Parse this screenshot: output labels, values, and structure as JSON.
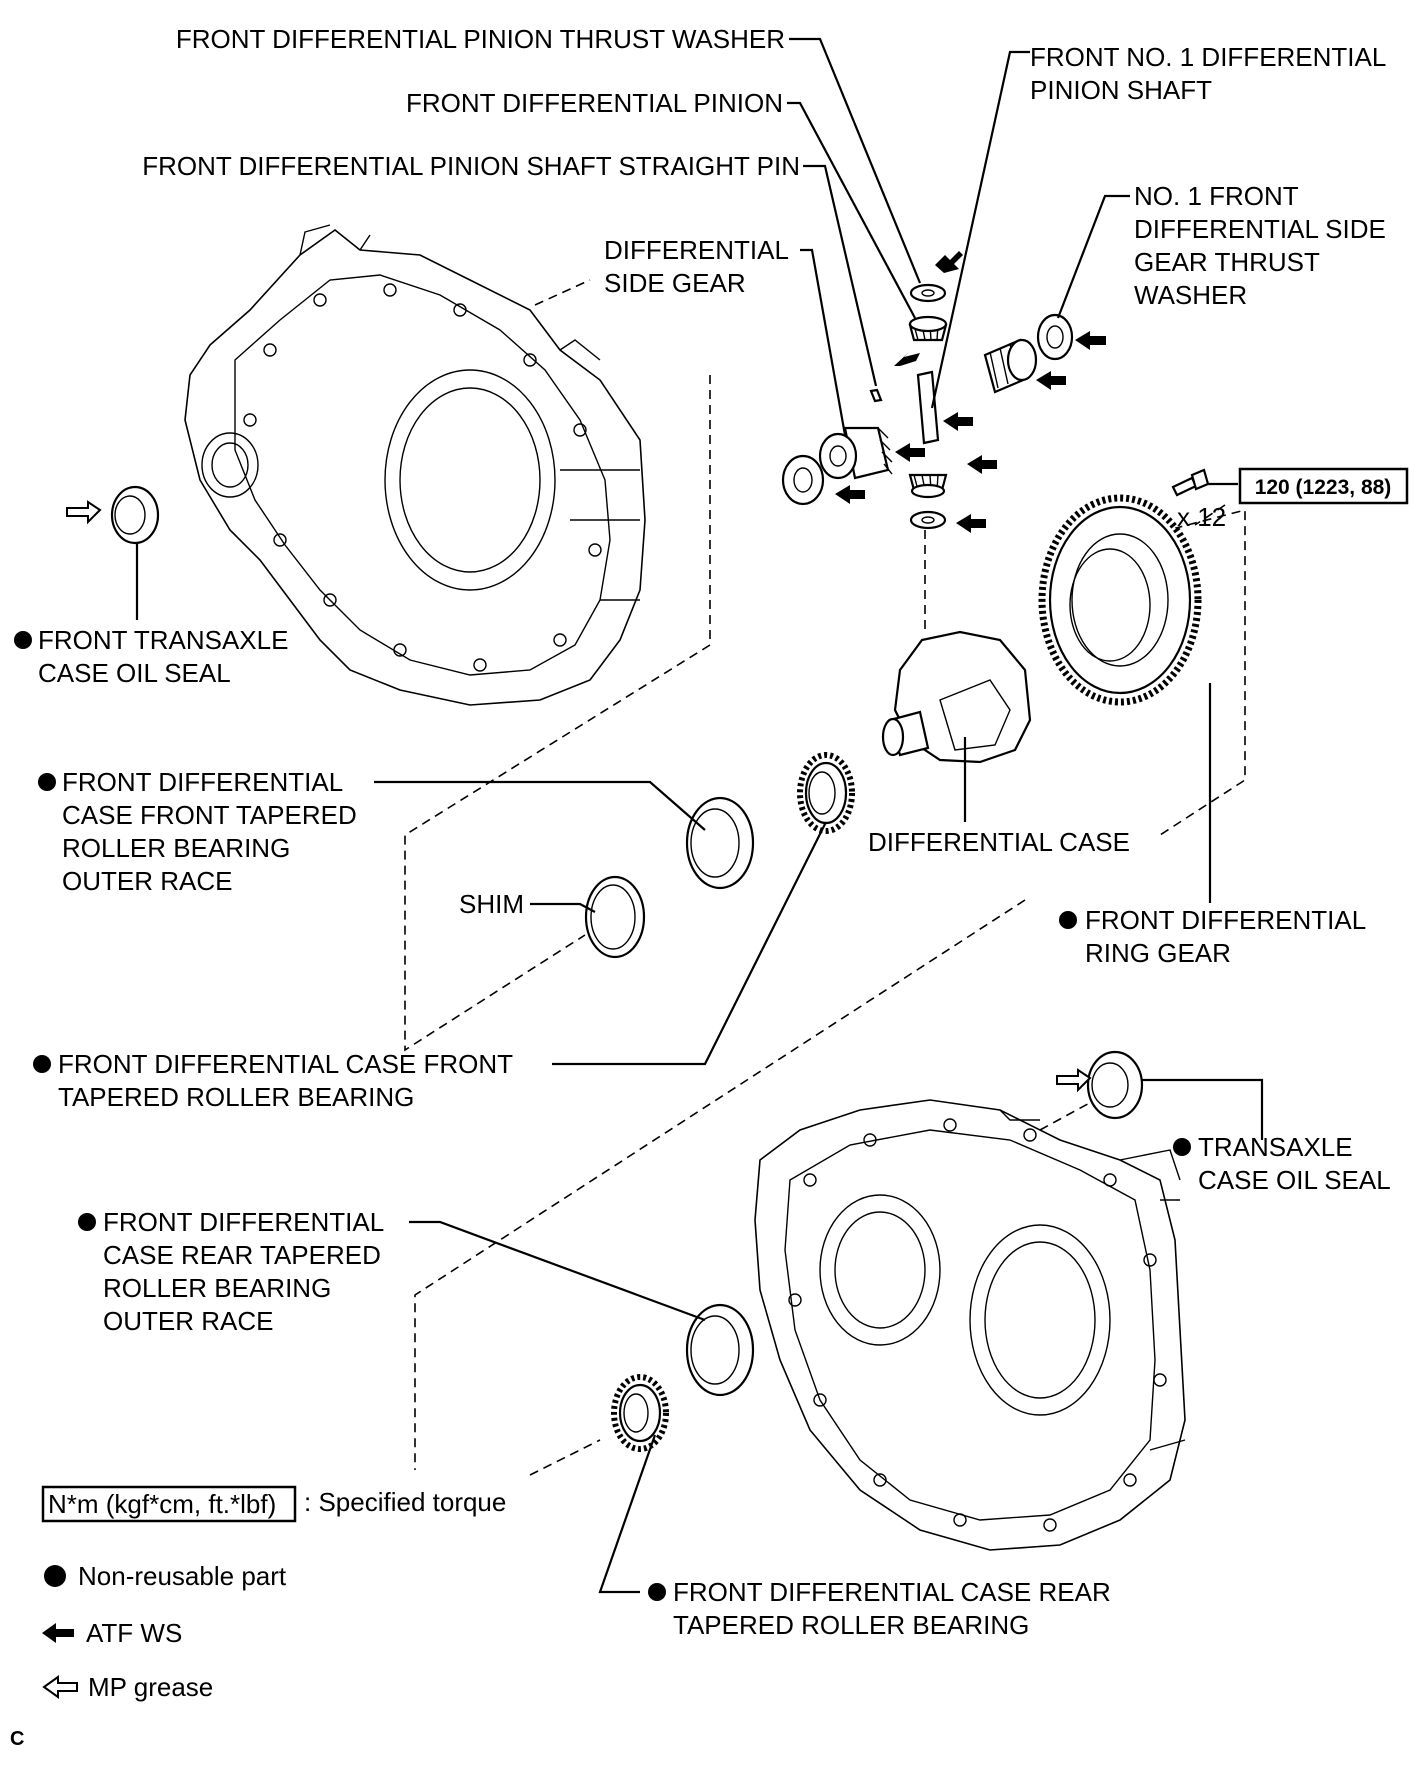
{
  "diagram": {
    "labels": {
      "pinion_thrust_washer": "FRONT DIFFERENTIAL PINION THRUST WASHER",
      "pinion": "FRONT DIFFERENTIAL PINION",
      "pinion_shaft_straight_pin": "FRONT DIFFERENTIAL PINION SHAFT STRAIGHT PIN",
      "pinion_shaft": [
        "FRONT NO. 1 DIFFERENTIAL",
        "PINION SHAFT"
      ],
      "side_gear": [
        "DIFFERENTIAL",
        "SIDE GEAR"
      ],
      "side_gear_thrust_washer": [
        "NO. 1 FRONT",
        "DIFFERENTIAL SIDE",
        "GEAR THRUST",
        "WASHER"
      ],
      "torque_value": "120 (1223, 88)",
      "bolt_count": "x 12",
      "front_oil_seal": [
        "FRONT TRANSAXLE",
        "CASE OIL SEAL"
      ],
      "front_outer_race": [
        "FRONT DIFFERENTIAL",
        "CASE FRONT TAPERED",
        "ROLLER BEARING",
        "OUTER RACE"
      ],
      "shim": "SHIM",
      "differential_case": "DIFFERENTIAL CASE",
      "ring_gear": [
        "FRONT DIFFERENTIAL",
        "RING GEAR"
      ],
      "front_bearing": [
        "FRONT DIFFERENTIAL CASE FRONT",
        "TAPERED ROLLER BEARING"
      ],
      "rear_oil_seal": [
        "TRANSAXLE",
        "CASE OIL SEAL"
      ],
      "rear_outer_race": [
        "FRONT DIFFERENTIAL",
        "CASE REAR TAPERED",
        "ROLLER BEARING",
        "OUTER RACE"
      ],
      "rear_bearing": [
        "FRONT DIFFERENTIAL CASE REAR",
        "TAPERED ROLLER BEARING"
      ]
    },
    "legend": {
      "torque_box": "N*m (kgf*cm, ft.*lbf)",
      "torque_text": ": Specified torque",
      "non_reusable": "Non-reusable part",
      "atf": "ATF WS",
      "grease": "MP grease"
    },
    "corner_code": "C"
  }
}
